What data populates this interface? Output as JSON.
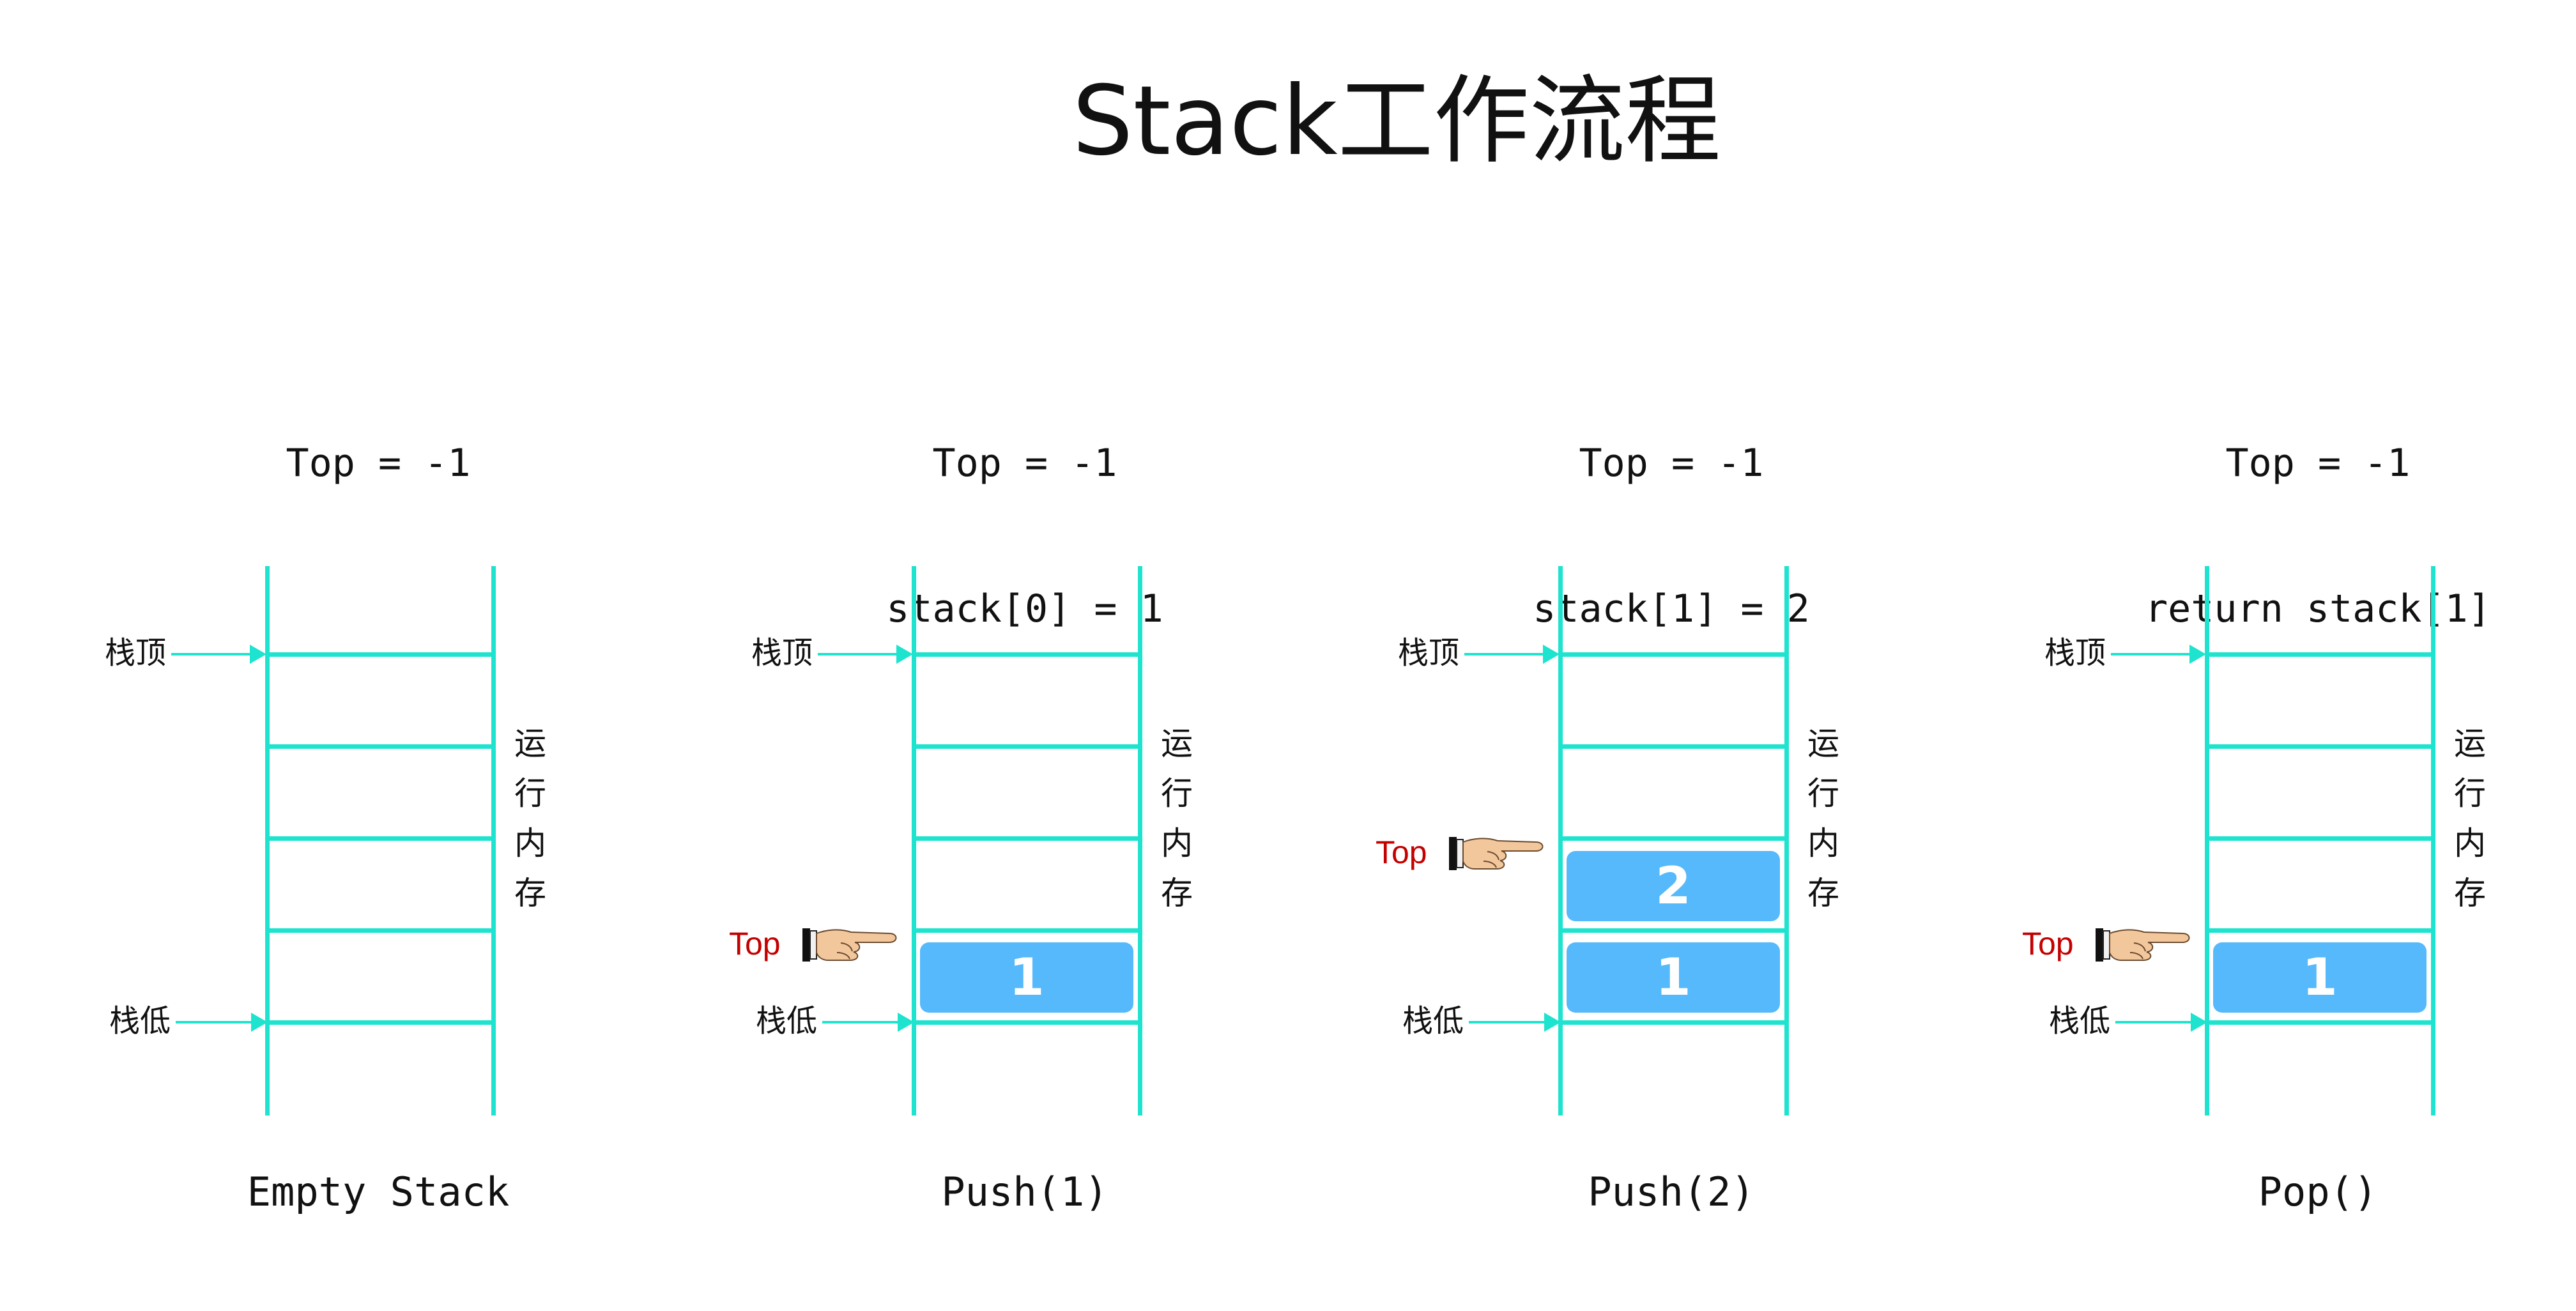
{
  "title": "Stack工作流程",
  "labels": {
    "stack_top": "栈顶",
    "stack_bottom": "栈低",
    "memory": [
      "运",
      "行",
      "内",
      "存"
    ],
    "top_pointer": "Top"
  },
  "colors": {
    "ladder": "#1ee3cf",
    "block": "#55b9fb",
    "top_text": "#c40000"
  },
  "icons": {
    "pointer": "pointing-hand-icon"
  },
  "steps": [
    {
      "state": [
        "Top = -1",
        ""
      ],
      "operation": "Empty Stack",
      "blocks": []
    },
    {
      "state": [
        "Top = -1",
        "stack[0] = 1"
      ],
      "operation": "Push(1)",
      "blocks": [
        "1"
      ]
    },
    {
      "state": [
        "Top = -1",
        "stack[1] = 2"
      ],
      "operation": "Push(2)",
      "blocks": [
        "1",
        "2"
      ]
    },
    {
      "state": [
        "Top = -1",
        "return stack[1]"
      ],
      "operation": "Pop()",
      "blocks": [
        "1"
      ]
    }
  ]
}
